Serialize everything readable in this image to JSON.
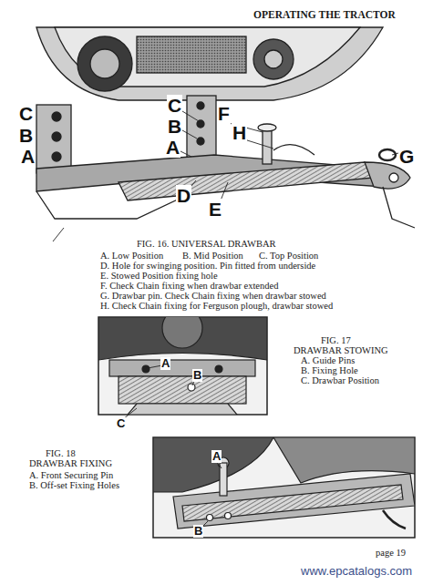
{
  "diagram": {
    "title": "OPERATING THE TRACTOR",
    "labels": [
      "C",
      "B",
      "A",
      "C",
      "B",
      "A",
      "F",
      "H",
      "G",
      "D",
      "E",
      "FIG. 16. UNIVERSAL DRAWBAR",
      "A. Low Position",
      "B. Mid Position",
      "C. Top Position",
      "D. Hole for swinging position. Pin fitted from underside",
      "E. Stowed Position fixing hole",
      "F. Check Chain fixing when drawbar extended",
      "G. Drawbar pin. Check Chain fixing when drawbar stowed",
      "H. Check Chain fixing for Ferguson plough, drawbar stowed",
      "A",
      "B",
      "C",
      "FIG. 17",
      "DRAWBAR STOWING",
      "A. Guide Pins",
      "B. Fixing Hole",
      "C. Drawbar Position",
      "FIG. 18",
      "DRAWBAR FIXING",
      "A. Front Securing Pin",
      "B. Off-set Fixing Holes",
      "A",
      "B",
      "page 19",
      "www.epcatalogs.com"
    ]
  }
}
